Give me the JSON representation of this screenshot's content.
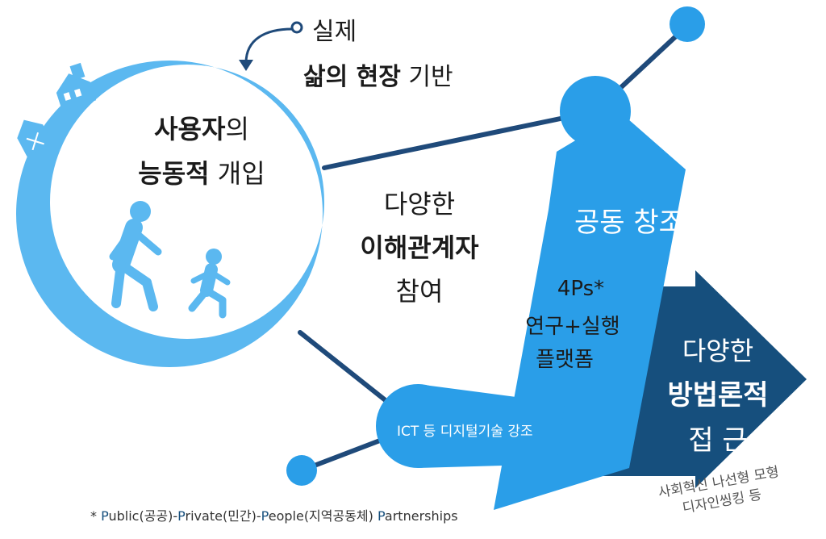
{
  "colors": {
    "light_blue": "#5bb8f0",
    "mid_blue": "#2a9ee8",
    "navy": "#164f7d",
    "line_navy": "#1f4a7a",
    "dark_text": "#1b1b1b"
  },
  "annotation": {
    "line1": "실제",
    "line2_bold": "삶의 현장",
    "line2_rest": " 기반"
  },
  "moon": {
    "line1_bold": "사용자",
    "line1_rest": "의",
    "line2_bold": "능동적",
    "line2_rest": " 개입"
  },
  "stakeholders": {
    "line1": "다양한",
    "line2": "이해관계자",
    "line3": "참여"
  },
  "cocreation": {
    "title": "공동 창조",
    "line1": "4Ps*",
    "line2": "연구+실행",
    "line3": "플랫폼"
  },
  "ict": {
    "label": "ICT 등 디지털기술 강조"
  },
  "methods": {
    "line1": "다양한",
    "line2": "방법론적",
    "line3": "접  근",
    "note_line1": "사회혁신 나선형 모형",
    "note_line2": "디자인씽킹 등"
  },
  "footnote": {
    "p1_initial": "P",
    "p1_rest": "ublic(공공)-",
    "p2_initial": "P",
    "p2_rest": "rivate(민간)-",
    "p3_initial": "P",
    "p3_rest": "eople(지역공동체) ",
    "p4_initial": "P",
    "p4_rest": "artnerships",
    "prefix": "* "
  },
  "icons": [
    "house-icon",
    "barn-icon",
    "walking-adult-icon",
    "running-child-icon",
    "curved-arrow-icon"
  ]
}
